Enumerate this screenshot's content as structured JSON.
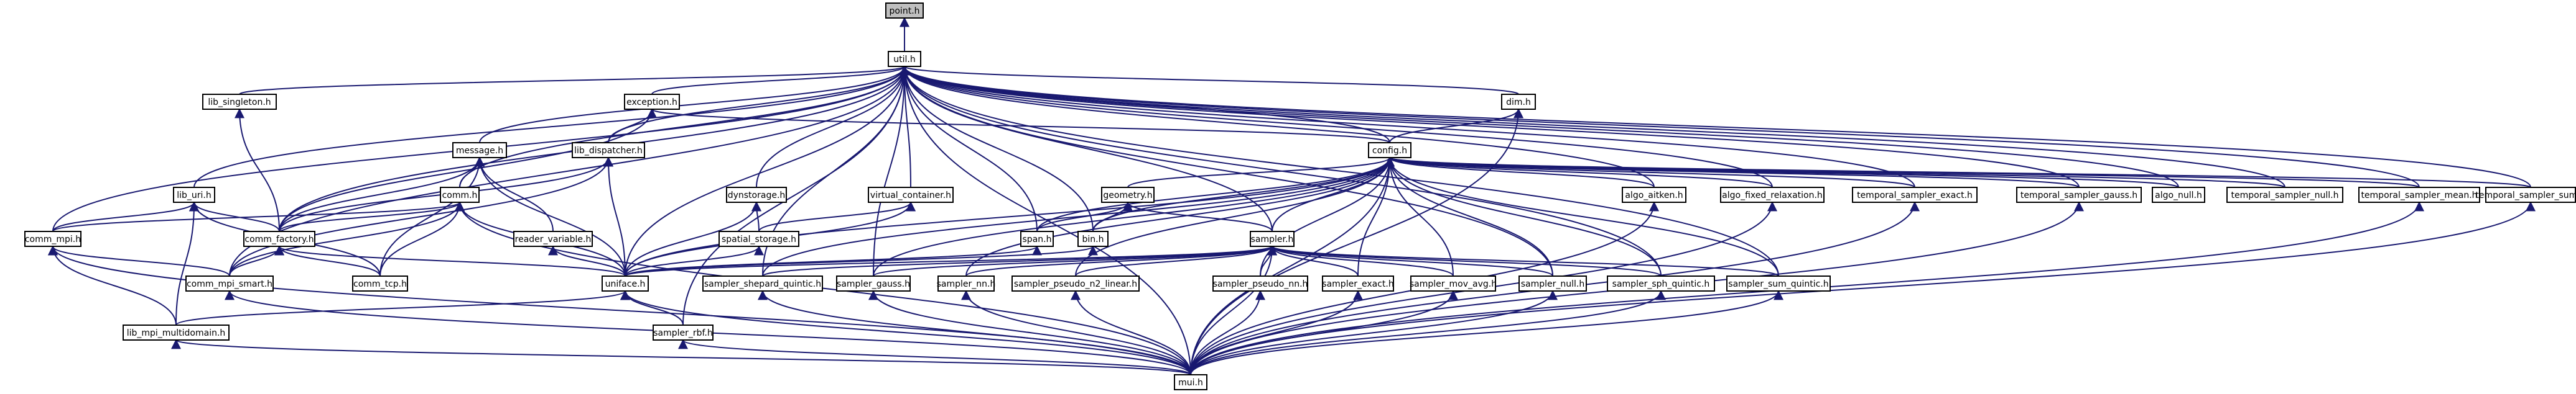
{
  "diagram": {
    "type": "include-dependency-graph",
    "root": "point.h",
    "nodes": [
      {
        "id": "point",
        "label": "point.h",
        "root": true
      },
      {
        "id": "util",
        "label": "util.h"
      },
      {
        "id": "lib_singleton",
        "label": "lib_singleton.h"
      },
      {
        "id": "exception",
        "label": "exception.h"
      },
      {
        "id": "dim",
        "label": "dim.h"
      },
      {
        "id": "message",
        "label": "message.h"
      },
      {
        "id": "lib_dispatcher",
        "label": "lib_dispatcher.h"
      },
      {
        "id": "config",
        "label": "config.h"
      },
      {
        "id": "lib_uri",
        "label": "lib_uri.h"
      },
      {
        "id": "comm",
        "label": "comm.h"
      },
      {
        "id": "dynstorage",
        "label": "dynstorage.h"
      },
      {
        "id": "virtual_container",
        "label": "virtual_container.h"
      },
      {
        "id": "geometry",
        "label": "geometry.h"
      },
      {
        "id": "algo_aitken",
        "label": "algo_aitken.h"
      },
      {
        "id": "algo_fixed_relaxation",
        "label": "algo_fixed_relaxation.h"
      },
      {
        "id": "temporal_sampler_exact",
        "label": "temporal_sampler_exact.h"
      },
      {
        "id": "temporal_sampler_gauss",
        "label": "temporal_sampler_gauss.h"
      },
      {
        "id": "algo_null",
        "label": "algo_null.h"
      },
      {
        "id": "temporal_sampler_null",
        "label": "temporal_sampler_null.h"
      },
      {
        "id": "temporal_sampler_mean",
        "label": "temporal_sampler_mean.h"
      },
      {
        "id": "temporal_sampler_sum",
        "label": "temporal_sampler_sum.h"
      },
      {
        "id": "comm_mpi",
        "label": "comm_mpi.h"
      },
      {
        "id": "comm_factory",
        "label": "comm_factory.h"
      },
      {
        "id": "reader_variable",
        "label": "reader_variable.h"
      },
      {
        "id": "spatial_storage",
        "label": "spatial_storage.h"
      },
      {
        "id": "span",
        "label": "span.h"
      },
      {
        "id": "bin",
        "label": "bin.h"
      },
      {
        "id": "sampler",
        "label": "sampler.h"
      },
      {
        "id": "comm_mpi_smart",
        "label": "comm_mpi_smart.h"
      },
      {
        "id": "comm_tcp",
        "label": "comm_tcp.h"
      },
      {
        "id": "uniface",
        "label": "uniface.h"
      },
      {
        "id": "sampler_shepard_quintic",
        "label": "sampler_shepard_quintic.h"
      },
      {
        "id": "sampler_gauss",
        "label": "sampler_gauss.h"
      },
      {
        "id": "sampler_nn",
        "label": "sampler_nn.h"
      },
      {
        "id": "sampler_pseudo_n2_linear",
        "label": "sampler_pseudo_n2_linear.h"
      },
      {
        "id": "sampler_pseudo_nn",
        "label": "sampler_pseudo_nn.h"
      },
      {
        "id": "sampler_exact",
        "label": "sampler_exact.h"
      },
      {
        "id": "sampler_mov_avg",
        "label": "sampler_mov_avg.h"
      },
      {
        "id": "sampler_null",
        "label": "sampler_null.h"
      },
      {
        "id": "sampler_sph_quintic",
        "label": "sampler_sph_quintic.h"
      },
      {
        "id": "sampler_sum_quintic",
        "label": "sampler_sum_quintic.h"
      },
      {
        "id": "sampler_rbf",
        "label": "sampler_rbf.h"
      },
      {
        "id": "lib_mpi_multidomain",
        "label": "lib_mpi_multidomain.h"
      },
      {
        "id": "mui",
        "label": "mui.h"
      }
    ],
    "edges": [
      [
        "point",
        "util"
      ],
      [
        "util",
        "lib_singleton"
      ],
      [
        "util",
        "exception"
      ],
      [
        "util",
        "dim"
      ],
      [
        "util",
        "message"
      ],
      [
        "util",
        "lib_dispatcher"
      ],
      [
        "util",
        "config"
      ],
      [
        "util",
        "lib_uri"
      ],
      [
        "util",
        "comm"
      ],
      [
        "util",
        "dynstorage"
      ],
      [
        "util",
        "virtual_container"
      ],
      [
        "util",
        "algo_aitken"
      ],
      [
        "util",
        "algo_fixed_relaxation"
      ],
      [
        "util",
        "temporal_sampler_exact"
      ],
      [
        "util",
        "temporal_sampler_gauss"
      ],
      [
        "util",
        "algo_null"
      ],
      [
        "util",
        "temporal_sampler_null"
      ],
      [
        "util",
        "temporal_sampler_mean"
      ],
      [
        "util",
        "temporal_sampler_sum"
      ],
      [
        "util",
        "comm_mpi"
      ],
      [
        "util",
        "comm_factory"
      ],
      [
        "util",
        "span"
      ],
      [
        "util",
        "bin"
      ],
      [
        "util",
        "sampler"
      ],
      [
        "util",
        "comm_mpi_smart"
      ],
      [
        "util",
        "uniface"
      ],
      [
        "util",
        "sampler_shepard_quintic"
      ],
      [
        "util",
        "sampler_gauss"
      ],
      [
        "util",
        "sampler_null"
      ],
      [
        "util",
        "sampler_sph_quintic"
      ],
      [
        "util",
        "sampler_sum_quintic"
      ],
      [
        "util",
        "sampler_rbf"
      ],
      [
        "util",
        "mui"
      ],
      [
        "lib_singleton",
        "comm_factory"
      ],
      [
        "exception",
        "lib_dispatcher"
      ],
      [
        "exception",
        "config"
      ],
      [
        "exception",
        "comm_factory"
      ],
      [
        "dim",
        "config"
      ],
      [
        "dim",
        "mui"
      ],
      [
        "message",
        "comm"
      ],
      [
        "message",
        "reader_variable"
      ],
      [
        "message",
        "uniface"
      ],
      [
        "message",
        "comm_factory"
      ],
      [
        "message",
        "comm_tcp"
      ],
      [
        "lib_dispatcher",
        "comm_factory"
      ],
      [
        "lib_dispatcher",
        "uniface"
      ],
      [
        "lib_dispatcher",
        "comm_mpi_smart"
      ],
      [
        "config",
        "geometry"
      ],
      [
        "config",
        "span"
      ],
      [
        "config",
        "bin"
      ],
      [
        "config",
        "sampler"
      ],
      [
        "config",
        "algo_aitken"
      ],
      [
        "config",
        "algo_fixed_relaxation"
      ],
      [
        "config",
        "temporal_sampler_exact"
      ],
      [
        "config",
        "temporal_sampler_gauss"
      ],
      [
        "config",
        "algo_null"
      ],
      [
        "config",
        "temporal_sampler_null"
      ],
      [
        "config",
        "temporal_sampler_mean"
      ],
      [
        "config",
        "temporal_sampler_sum"
      ],
      [
        "config",
        "uniface"
      ],
      [
        "config",
        "sampler_shepard_quintic"
      ],
      [
        "config",
        "sampler_gauss"
      ],
      [
        "config",
        "sampler_nn"
      ],
      [
        "config",
        "sampler_pseudo_n2_linear"
      ],
      [
        "config",
        "sampler_pseudo_nn"
      ],
      [
        "config",
        "sampler_exact"
      ],
      [
        "config",
        "sampler_mov_avg"
      ],
      [
        "config",
        "sampler_null"
      ],
      [
        "config",
        "sampler_sph_quintic"
      ],
      [
        "config",
        "sampler_sum_quintic"
      ],
      [
        "config",
        "mui"
      ],
      [
        "lib_uri",
        "comm_mpi"
      ],
      [
        "lib_uri",
        "comm_factory"
      ],
      [
        "lib_uri",
        "comm_tcp"
      ],
      [
        "lib_uri",
        "lib_mpi_multidomain"
      ],
      [
        "comm",
        "comm_mpi"
      ],
      [
        "comm",
        "comm_factory"
      ],
      [
        "comm",
        "comm_mpi_smart"
      ],
      [
        "comm",
        "comm_tcp"
      ],
      [
        "comm",
        "uniface"
      ],
      [
        "comm",
        "mui"
      ],
      [
        "dynstorage",
        "spatial_storage"
      ],
      [
        "dynstorage",
        "uniface"
      ],
      [
        "virtual_container",
        "spatial_storage"
      ],
      [
        "virtual_container",
        "uniface"
      ],
      [
        "geometry",
        "span"
      ],
      [
        "geometry",
        "bin"
      ],
      [
        "geometry",
        "sampler"
      ],
      [
        "algo_aitken",
        "mui"
      ],
      [
        "algo_fixed_relaxation",
        "mui"
      ],
      [
        "temporal_sampler_exact",
        "mui"
      ],
      [
        "temporal_sampler_gauss",
        "mui"
      ],
      [
        "temporal_sampler_mean",
        "mui"
      ],
      [
        "temporal_sampler_sum",
        "mui"
      ],
      [
        "comm_mpi",
        "comm_mpi_smart"
      ],
      [
        "comm_mpi",
        "lib_mpi_multidomain"
      ],
      [
        "comm_mpi",
        "mui"
      ],
      [
        "comm_factory",
        "comm_mpi_smart"
      ],
      [
        "comm_factory",
        "comm_tcp"
      ],
      [
        "comm_factory",
        "uniface"
      ],
      [
        "reader_variable",
        "uniface"
      ],
      [
        "spatial_storage",
        "uniface"
      ],
      [
        "span",
        "uniface"
      ],
      [
        "bin",
        "uniface"
      ],
      [
        "sampler",
        "uniface"
      ],
      [
        "sampler",
        "sampler_shepard_quintic"
      ],
      [
        "sampler",
        "sampler_gauss"
      ],
      [
        "sampler",
        "sampler_nn"
      ],
      [
        "sampler",
        "sampler_pseudo_n2_linear"
      ],
      [
        "sampler",
        "sampler_pseudo_nn"
      ],
      [
        "sampler",
        "sampler_exact"
      ],
      [
        "sampler",
        "sampler_mov_avg"
      ],
      [
        "sampler",
        "sampler_null"
      ],
      [
        "sampler",
        "sampler_sph_quintic"
      ],
      [
        "sampler",
        "sampler_sum_quintic"
      ],
      [
        "sampler",
        "mui"
      ],
      [
        "comm_mpi_smart",
        "mui"
      ],
      [
        "uniface",
        "sampler_rbf"
      ],
      [
        "uniface",
        "lib_mpi_multidomain"
      ],
      [
        "uniface",
        "mui"
      ],
      [
        "sampler_shepard_quintic",
        "mui"
      ],
      [
        "sampler_gauss",
        "mui"
      ],
      [
        "sampler_nn",
        "mui"
      ],
      [
        "sampler_pseudo_n2_linear",
        "mui"
      ],
      [
        "sampler_pseudo_nn",
        "mui"
      ],
      [
        "sampler_exact",
        "mui"
      ],
      [
        "sampler_mov_avg",
        "mui"
      ],
      [
        "sampler_null",
        "mui"
      ],
      [
        "sampler_sph_quintic",
        "mui"
      ],
      [
        "sampler_sum_quintic",
        "mui"
      ],
      [
        "sampler_rbf",
        "mui"
      ],
      [
        "lib_mpi_multidomain",
        "mui"
      ]
    ]
  },
  "colors": {
    "edge": "#191970",
    "node_border": "#000000",
    "node_fill": "#ffffff",
    "root_fill": "#bfbfbf"
  }
}
